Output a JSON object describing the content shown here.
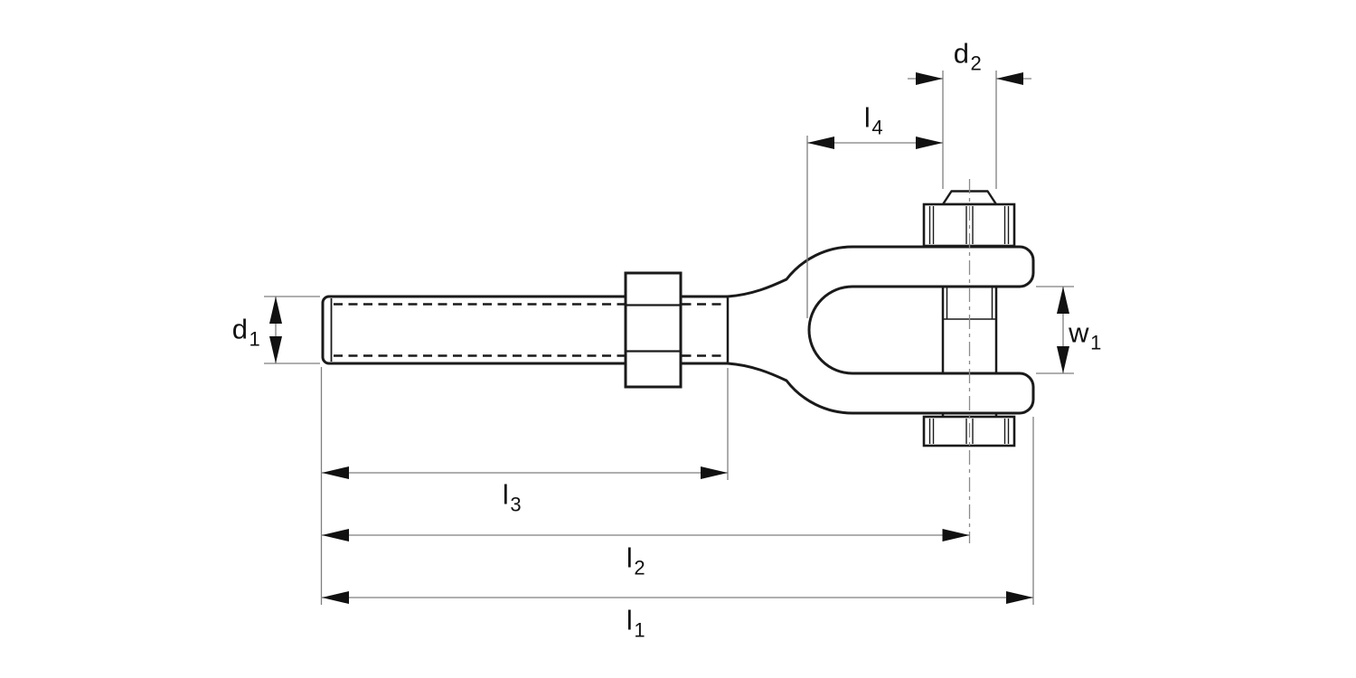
{
  "diagram": {
    "type": "engineering-dimension-drawing",
    "colors": {
      "background": "#ffffff",
      "outline": "#1a1a1a",
      "dimension_line": "#7f7f7f",
      "centerline": "#8a8a8a",
      "text": "#111111"
    },
    "labels": {
      "d1": {
        "base": "d",
        "sub": "1"
      },
      "d2": {
        "base": "d",
        "sub": "2"
      },
      "w1": {
        "base": "w",
        "sub": "1"
      },
      "l1": {
        "base": "l",
        "sub": "1"
      },
      "l2": {
        "base": "l",
        "sub": "2"
      },
      "l3": {
        "base": "l",
        "sub": "3"
      },
      "l4": {
        "base": "l",
        "sub": "4"
      }
    }
  }
}
